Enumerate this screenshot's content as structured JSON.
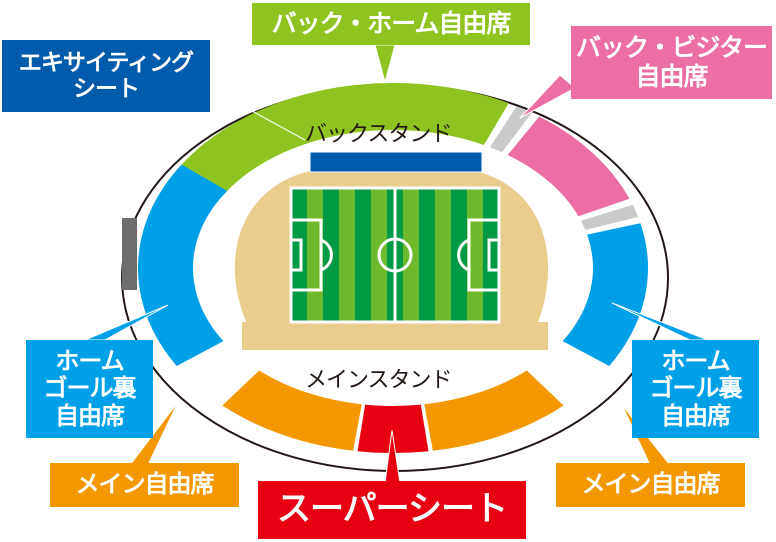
{
  "title": "Stadium seating map",
  "stands": {
    "back": "バックスタンド",
    "main": "メインスタンド"
  },
  "labels": {
    "back_home": "バック・ホーム自由席",
    "exciting_line1": "エキサイティング",
    "exciting_line2": "シート",
    "back_visitor_line1": "バック・ビジター",
    "back_visitor_line2": "自由席",
    "home_goal_left_line1": "ホーム",
    "home_goal_left_line2": "ゴール裏",
    "home_goal_left_line3": "自由席",
    "home_goal_right_line1": "ホーム",
    "home_goal_right_line2": "ゴール裏",
    "home_goal_right_line3": "自由席",
    "main_free_left": "メイン自由席",
    "main_free_right": "メイン自由席",
    "super_seat": "スーパーシート"
  },
  "colors": {
    "back_home": "#8fc31f",
    "exciting": "#005bac",
    "back_visitor": "#eb6ea5",
    "home_goal": "#00a0e9",
    "main_free": "#f39800",
    "super_seat": "#e60012",
    "aisle": "#c9caca",
    "track": "#e8cd8c",
    "grass_dark": "#009944",
    "grass_light": "#6fba2c"
  }
}
